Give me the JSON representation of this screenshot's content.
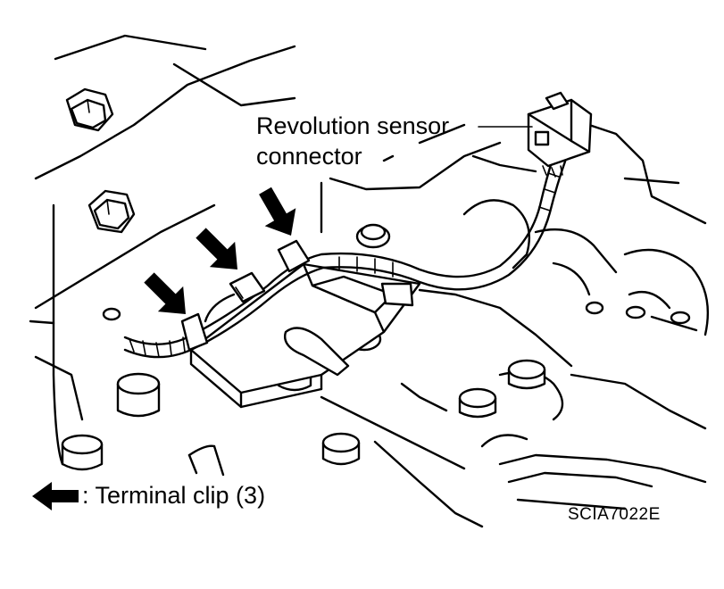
{
  "callout": {
    "line1": "Revolution sensor",
    "line2": "connector"
  },
  "legend": {
    "icon": "black-left-arrow-icon",
    "text": ": Terminal clip (3)"
  },
  "figure_code": "SCIA7022E",
  "colors": {
    "ink": "#000000",
    "paper": "#ffffff"
  }
}
